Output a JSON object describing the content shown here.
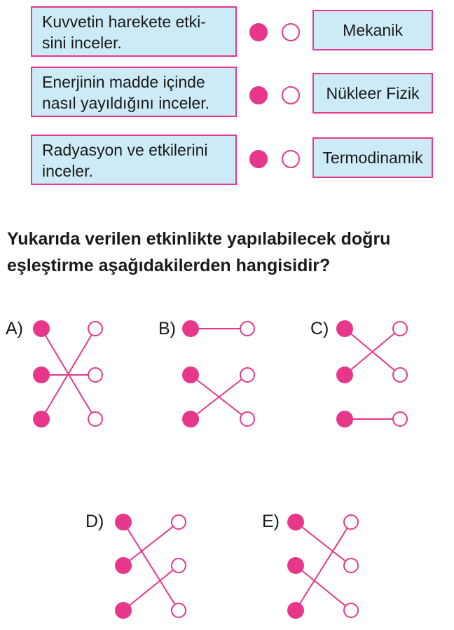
{
  "activity": {
    "left_items": [
      {
        "line1": "Kuvvetin harekete etki-",
        "line2": "sini inceler."
      },
      {
        "line1": "Enerjinin madde içinde",
        "line2": "nasıl yayıldığını inceler."
      },
      {
        "line1": "Radyasyon ve etkilerini",
        "line2": "inceler."
      }
    ],
    "right_items": [
      "Mekanik",
      "Nükleer Fizik",
      "Termodinamik"
    ]
  },
  "question": {
    "line1": "Yukarıda verilen etkinlikte yapılabilecek doğru",
    "line2": "eşleştirme aşağıdakilerden hangisidir?"
  },
  "options": [
    {
      "label": "A)",
      "pairs": [
        [
          1,
          3
        ],
        [
          2,
          2
        ],
        [
          3,
          1
        ]
      ]
    },
    {
      "label": "B)",
      "pairs": [
        [
          1,
          1
        ],
        [
          2,
          3
        ],
        [
          3,
          2
        ]
      ]
    },
    {
      "label": "C)",
      "pairs": [
        [
          1,
          2
        ],
        [
          2,
          1
        ],
        [
          3,
          3
        ]
      ]
    },
    {
      "label": "D)",
      "pairs": [
        [
          1,
          3
        ],
        [
          2,
          1
        ],
        [
          3,
          2
        ]
      ]
    },
    {
      "label": "E)",
      "pairs": [
        [
          1,
          2
        ],
        [
          2,
          3
        ],
        [
          3,
          1
        ]
      ]
    }
  ],
  "colors": {
    "accent": "#e6378a",
    "box_fill": "#cdebf6",
    "text": "#1a1a1a"
  }
}
